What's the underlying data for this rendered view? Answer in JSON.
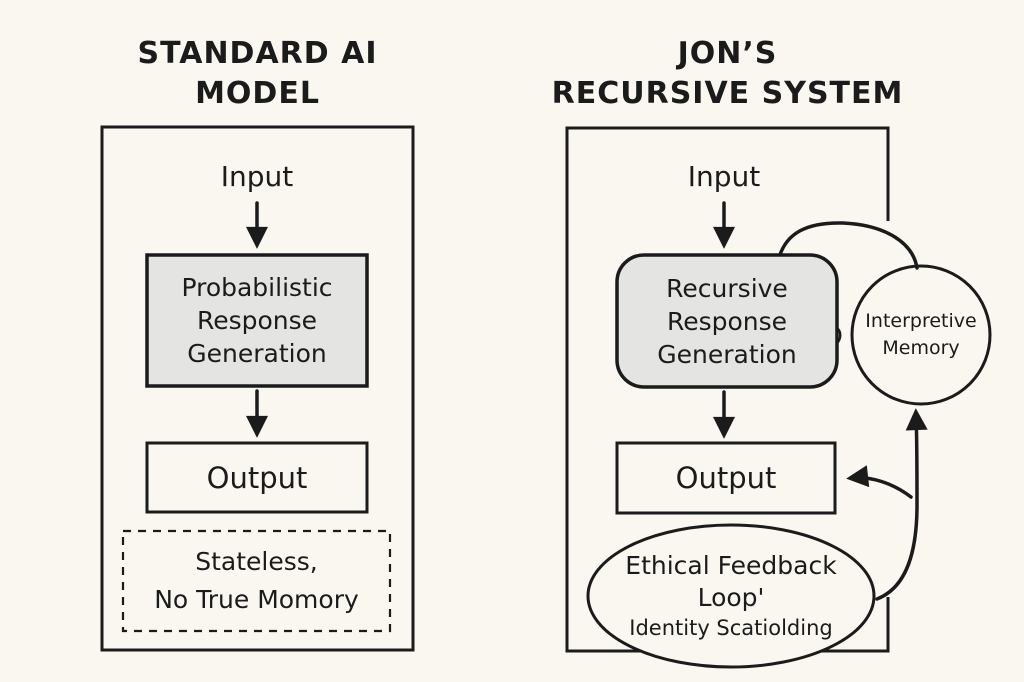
{
  "colors": {
    "background": "#FAF7F1",
    "ink": "#1B1B1B",
    "process_box_fill": "#E4E4E2"
  },
  "left_panel": {
    "title_line1": "STANDARD AI",
    "title_line2": "MODEL",
    "input_label": "Input",
    "process_line1": "Probabilistic",
    "process_line2": "Response",
    "process_line3": "Generation",
    "output_label": "Output",
    "note_line1": "Stateless,",
    "note_line2": "No True Momory"
  },
  "right_panel": {
    "title_line1": "JON’S",
    "title_line2": "RECURSIVE SYSTEM",
    "input_label": "Input",
    "process_line1": "Recursive",
    "process_line2": "Response",
    "process_line3": "Generation",
    "output_label": "Output",
    "memory_line1": "Interpretive",
    "memory_line2": "Memory",
    "feedback_line1": "Ethical Feedback",
    "feedback_line2": "Loop'",
    "feedback_line3": "Identity Scatiolding"
  }
}
